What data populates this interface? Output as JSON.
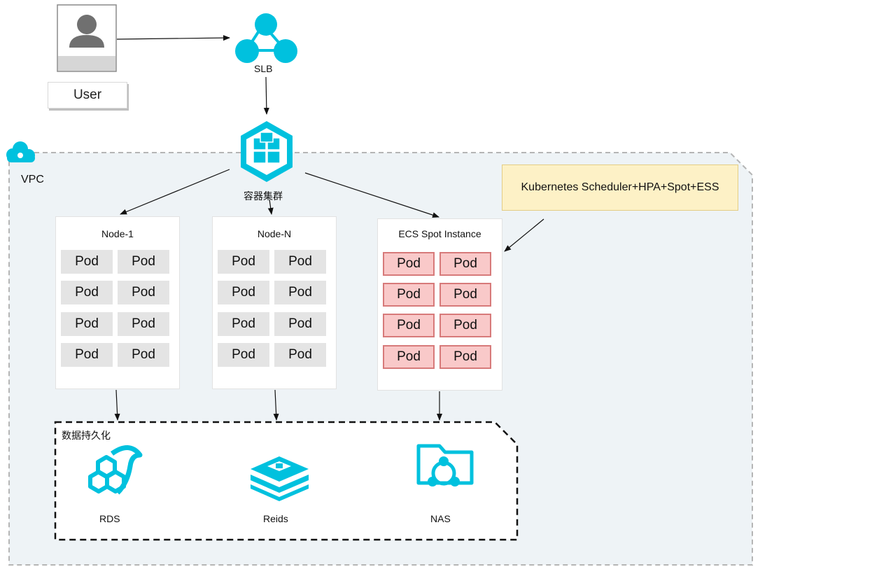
{
  "user": {
    "label": "User"
  },
  "slb": {
    "label": "SLB"
  },
  "cluster": {
    "label": "容器集群"
  },
  "vpc": {
    "label": "VPC"
  },
  "note": {
    "text": "Kubernetes Scheduler+HPA+Spot+ESS"
  },
  "nodes": [
    {
      "title": "Node-1",
      "pods": [
        "Pod",
        "Pod",
        "Pod",
        "Pod",
        "Pod",
        "Pod",
        "Pod",
        "Pod"
      ]
    },
    {
      "title": "Node-N",
      "pods": [
        "Pod",
        "Pod",
        "Pod",
        "Pod",
        "Pod",
        "Pod",
        "Pod",
        "Pod"
      ]
    },
    {
      "title": "ECS Spot Instance",
      "pods": [
        "Pod",
        "Pod",
        "Pod",
        "Pod",
        "Pod",
        "Pod",
        "Pod",
        "Pod"
      ]
    }
  ],
  "persistence": {
    "title": "数据持久化",
    "items": [
      {
        "label": "RDS",
        "icon": "rds-dolphin-icon"
      },
      {
        "label": "Reids",
        "icon": "redis-stack-icon"
      },
      {
        "label": "NAS",
        "icon": "nas-folder-icon"
      }
    ]
  },
  "colors": {
    "accent": "#00c1de",
    "spot_fill": "#f9c9c9",
    "spot_border": "#d77a7a",
    "note_fill": "#fdf1c6",
    "vpc_fill": "#eef3f6"
  }
}
